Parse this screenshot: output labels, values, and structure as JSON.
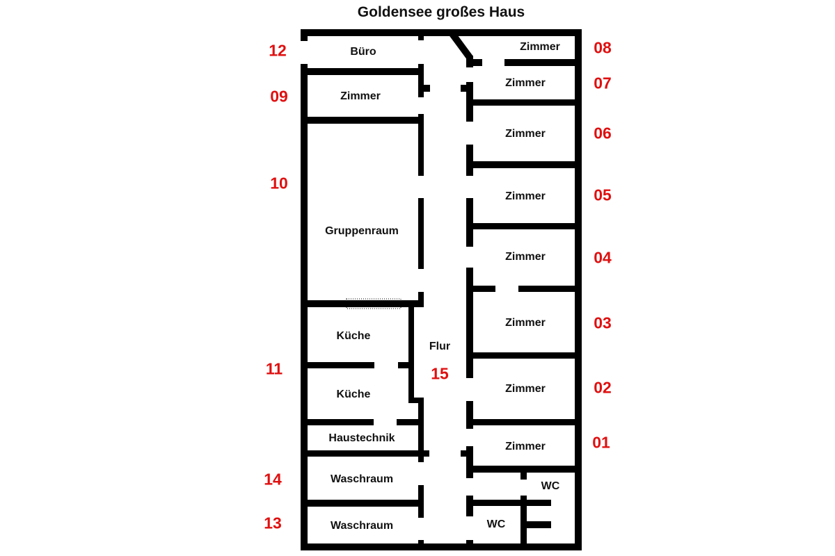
{
  "title": "Goldensee großes Haus",
  "colors": {
    "wall": "#000000",
    "number": "#e01010"
  },
  "rooms": [
    {
      "label": "Büro",
      "number": "12"
    },
    {
      "label": "Zimmer",
      "number": "09"
    },
    {
      "label": "Gruppenraum",
      "number": "10"
    },
    {
      "label": "Küche",
      "number": "11"
    },
    {
      "label": "Küche",
      "number": ""
    },
    {
      "label": "Haustechnik",
      "number": ""
    },
    {
      "label": "Waschraum",
      "number": "14"
    },
    {
      "label": "Waschraum",
      "number": "13"
    },
    {
      "label": "Flur",
      "number": "15"
    },
    {
      "label": "Zimmer",
      "number": "08"
    },
    {
      "label": "Zimmer",
      "number": "07"
    },
    {
      "label": "Zimmer",
      "number": "06"
    },
    {
      "label": "Zimmer",
      "number": "05"
    },
    {
      "label": "Zimmer",
      "number": "04"
    },
    {
      "label": "Zimmer",
      "number": "03"
    },
    {
      "label": "Zimmer",
      "number": "02"
    },
    {
      "label": "Zimmer",
      "number": "01"
    },
    {
      "label": "WC",
      "number": ""
    },
    {
      "label": "WC",
      "number": ""
    }
  ]
}
